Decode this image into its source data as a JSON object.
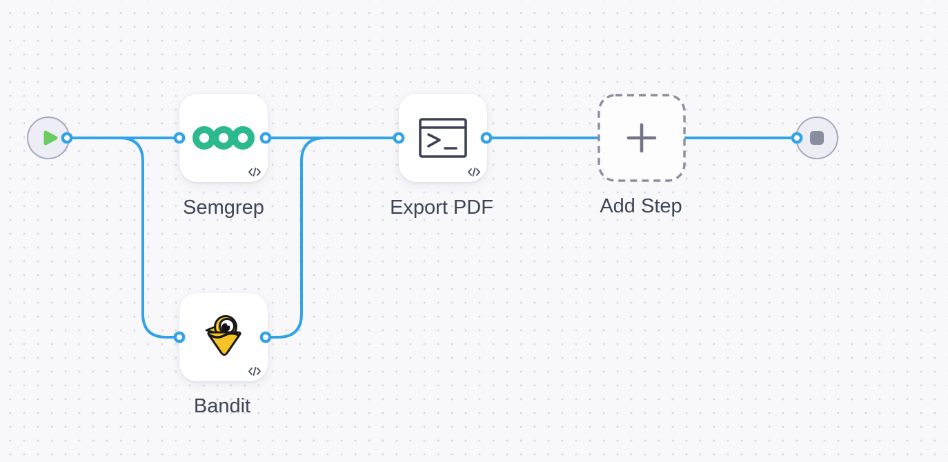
{
  "app": {
    "view": "workflow-canvas"
  },
  "canvas": {
    "background_color": "#F8F8FB",
    "grid_dot_color": "#D5D5DF",
    "connection_color": "#32A3E9",
    "port_fill_color": "#FFFFFF"
  },
  "workflow": {
    "start": {
      "icon": "play-icon",
      "circle_fill": "#EDEDF5",
      "circle_border": "#A6A6BC",
      "icon_color": "#6CCB60"
    },
    "end": {
      "icon": "stop-icon",
      "circle_fill": "#EDEDF5",
      "circle_border": "#A6A6BC",
      "icon_color": "#8A8CA0"
    },
    "steps": [
      {
        "id": "semgrep",
        "label": "Semgrep",
        "icon": "semgrep-logo-icon",
        "icon_color": "#2CBA8D",
        "code_badge": "</>"
      },
      {
        "id": "bandit",
        "label": "Bandit",
        "icon": "bandit-logo-icon",
        "icon_color": "#F6C426",
        "code_badge": "</>"
      },
      {
        "id": "export-pdf",
        "label": "Export PDF",
        "icon": "terminal-icon",
        "icon_color": "#3A4254",
        "code_badge": "</>"
      },
      {
        "id": "add-step",
        "label": "Add Step",
        "icon": "plus-icon",
        "icon_color": "#73738A",
        "placeholder": true
      }
    ],
    "edges": [
      {
        "from": "start",
        "to": "semgrep"
      },
      {
        "from": "start",
        "to": "bandit"
      },
      {
        "from": "semgrep",
        "to": "export-pdf"
      },
      {
        "from": "bandit",
        "to": "export-pdf"
      },
      {
        "from": "export-pdf",
        "to": "end"
      }
    ]
  }
}
